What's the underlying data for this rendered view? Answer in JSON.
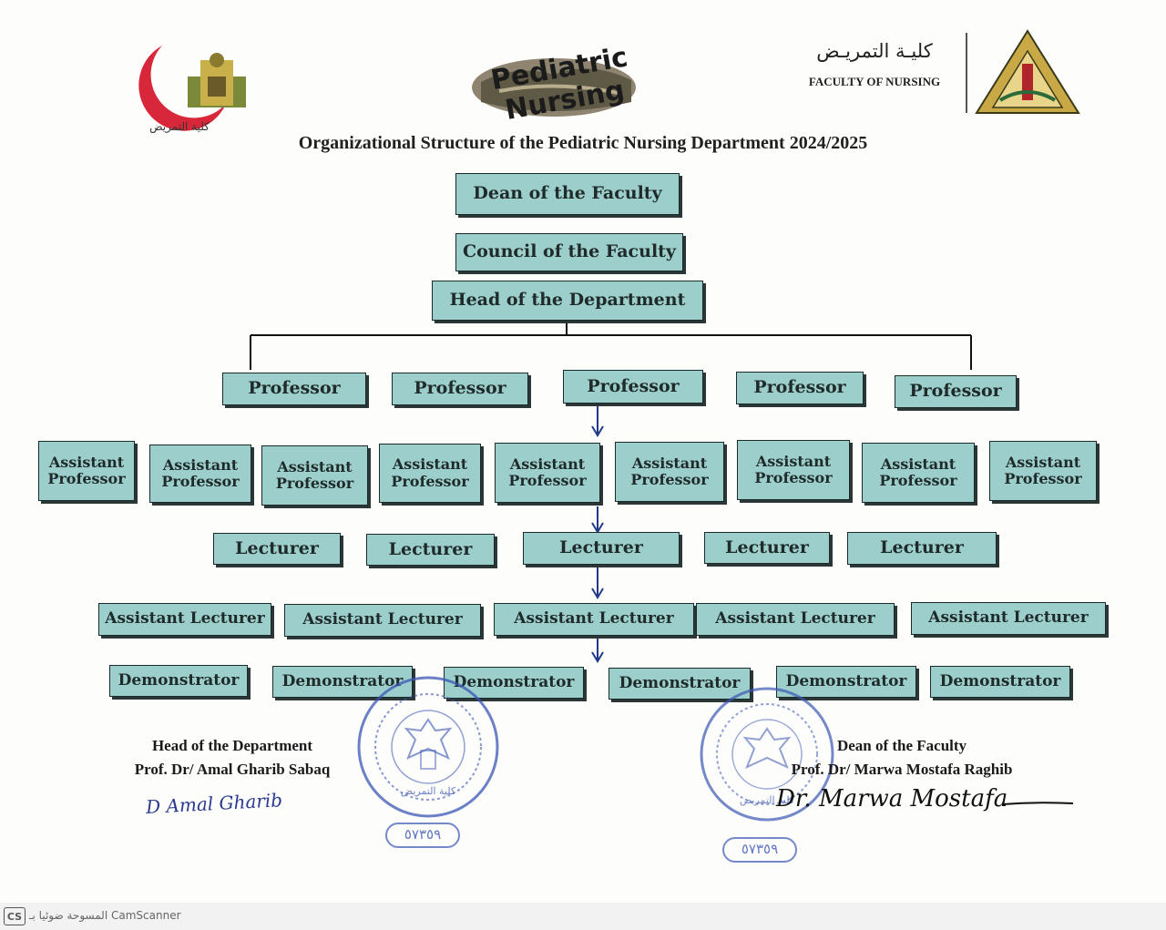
{
  "header": {
    "left_logo_caption": "كلية التمريض",
    "center_logo_text": "Pediatric Nursing",
    "right_logo_arabic": "كليـة التمريـض",
    "right_logo_english": "FACULTY OF NURSING"
  },
  "title": "Organizational Structure of the Pediatric Nursing Department 2024/2025",
  "top_chain": [
    "Dean of the Faculty",
    "Council of the Faculty",
    "Head of the Department"
  ],
  "professors": [
    "Professor",
    "Professor",
    "Professor",
    "Professor",
    "Professor"
  ],
  "assistant_professors": [
    "Assistant Professor",
    "Assistant Professor",
    "Assistant Professor",
    "Assistant Professor",
    "Assistant Professor",
    "Assistant Professor",
    "Assistant Professor",
    "Assistant Professor",
    "Assistant Professor"
  ],
  "lecturers": [
    "Lecturer",
    "Lecturer",
    "Lecturer",
    "Lecturer",
    "Lecturer"
  ],
  "assistant_lecturers": [
    "Assistant Lecturer",
    "Assistant Lecturer",
    "Assistant Lecturer",
    "Assistant Lecturer",
    "Assistant Lecturer"
  ],
  "demonstrators": [
    "Demonstrator",
    "Demonstrator",
    "Demonstrator",
    "Demonstrator",
    "Demonstrator",
    "Demonstrator"
  ],
  "signatures": {
    "left_role": "Head of the Department",
    "left_name": "Prof. Dr/ Amal Gharib Sabaq",
    "left_signature": "D Amal Gharib",
    "right_role": "Dean of the Faculty",
    "right_name": "Prof. Dr/ Marwa Mostafa Raghib",
    "right_signature": "Dr. Marwa Mostafa"
  },
  "stamps": {
    "text": "كلية التمريض",
    "number": "٥٧٣٥٩"
  },
  "footer": {
    "app_logo": "CS",
    "app_text": "المسوحة ضوئيا بـ CamScanner"
  },
  "colors": {
    "box_fill": "#9ccfcb",
    "box_border": "#1d2a2a",
    "stamp_blue": "#3a55b4",
    "crescent_red": "#d8263a"
  }
}
